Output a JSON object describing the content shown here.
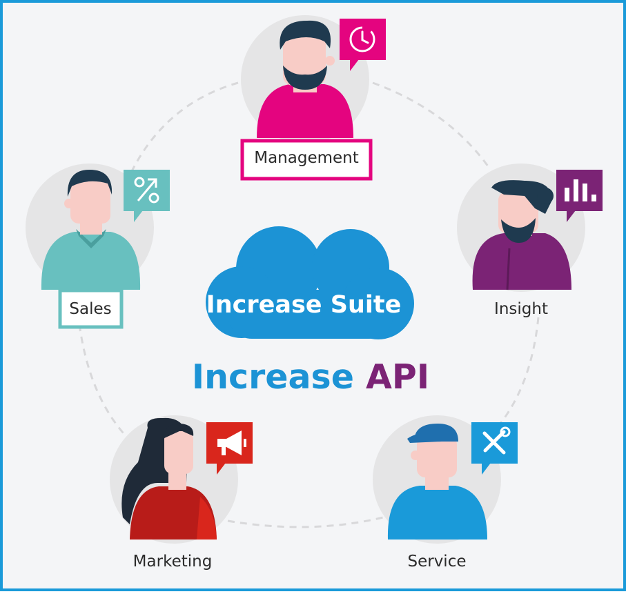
{
  "center": {
    "cloud_label": "Increase Suite",
    "api_word1": "Increase",
    "api_word2": "API"
  },
  "roles": {
    "management": "Management",
    "sales": "Sales",
    "insight": "Insight",
    "marketing": "Marketing",
    "service": "Service"
  },
  "icons": {
    "management": "clock-icon",
    "sales": "percent-icon",
    "insight": "bar-chart-icon",
    "marketing": "megaphone-icon",
    "service": "tools-icon"
  },
  "colors": {
    "frame": "#1a9ad9",
    "background": "#f4f5f7",
    "circle": "#e5e5e6",
    "cloud": "#1c93d5",
    "api_blue": "#1c93d5",
    "api_purple": "#7b2375",
    "management": "#e4047f",
    "sales": "#68c0bf",
    "insight": "#7b2375",
    "marketing": "#d9261c",
    "service": "#1a9ad9",
    "hair": "#1f3a4f",
    "skin": "#f8ccc6"
  }
}
